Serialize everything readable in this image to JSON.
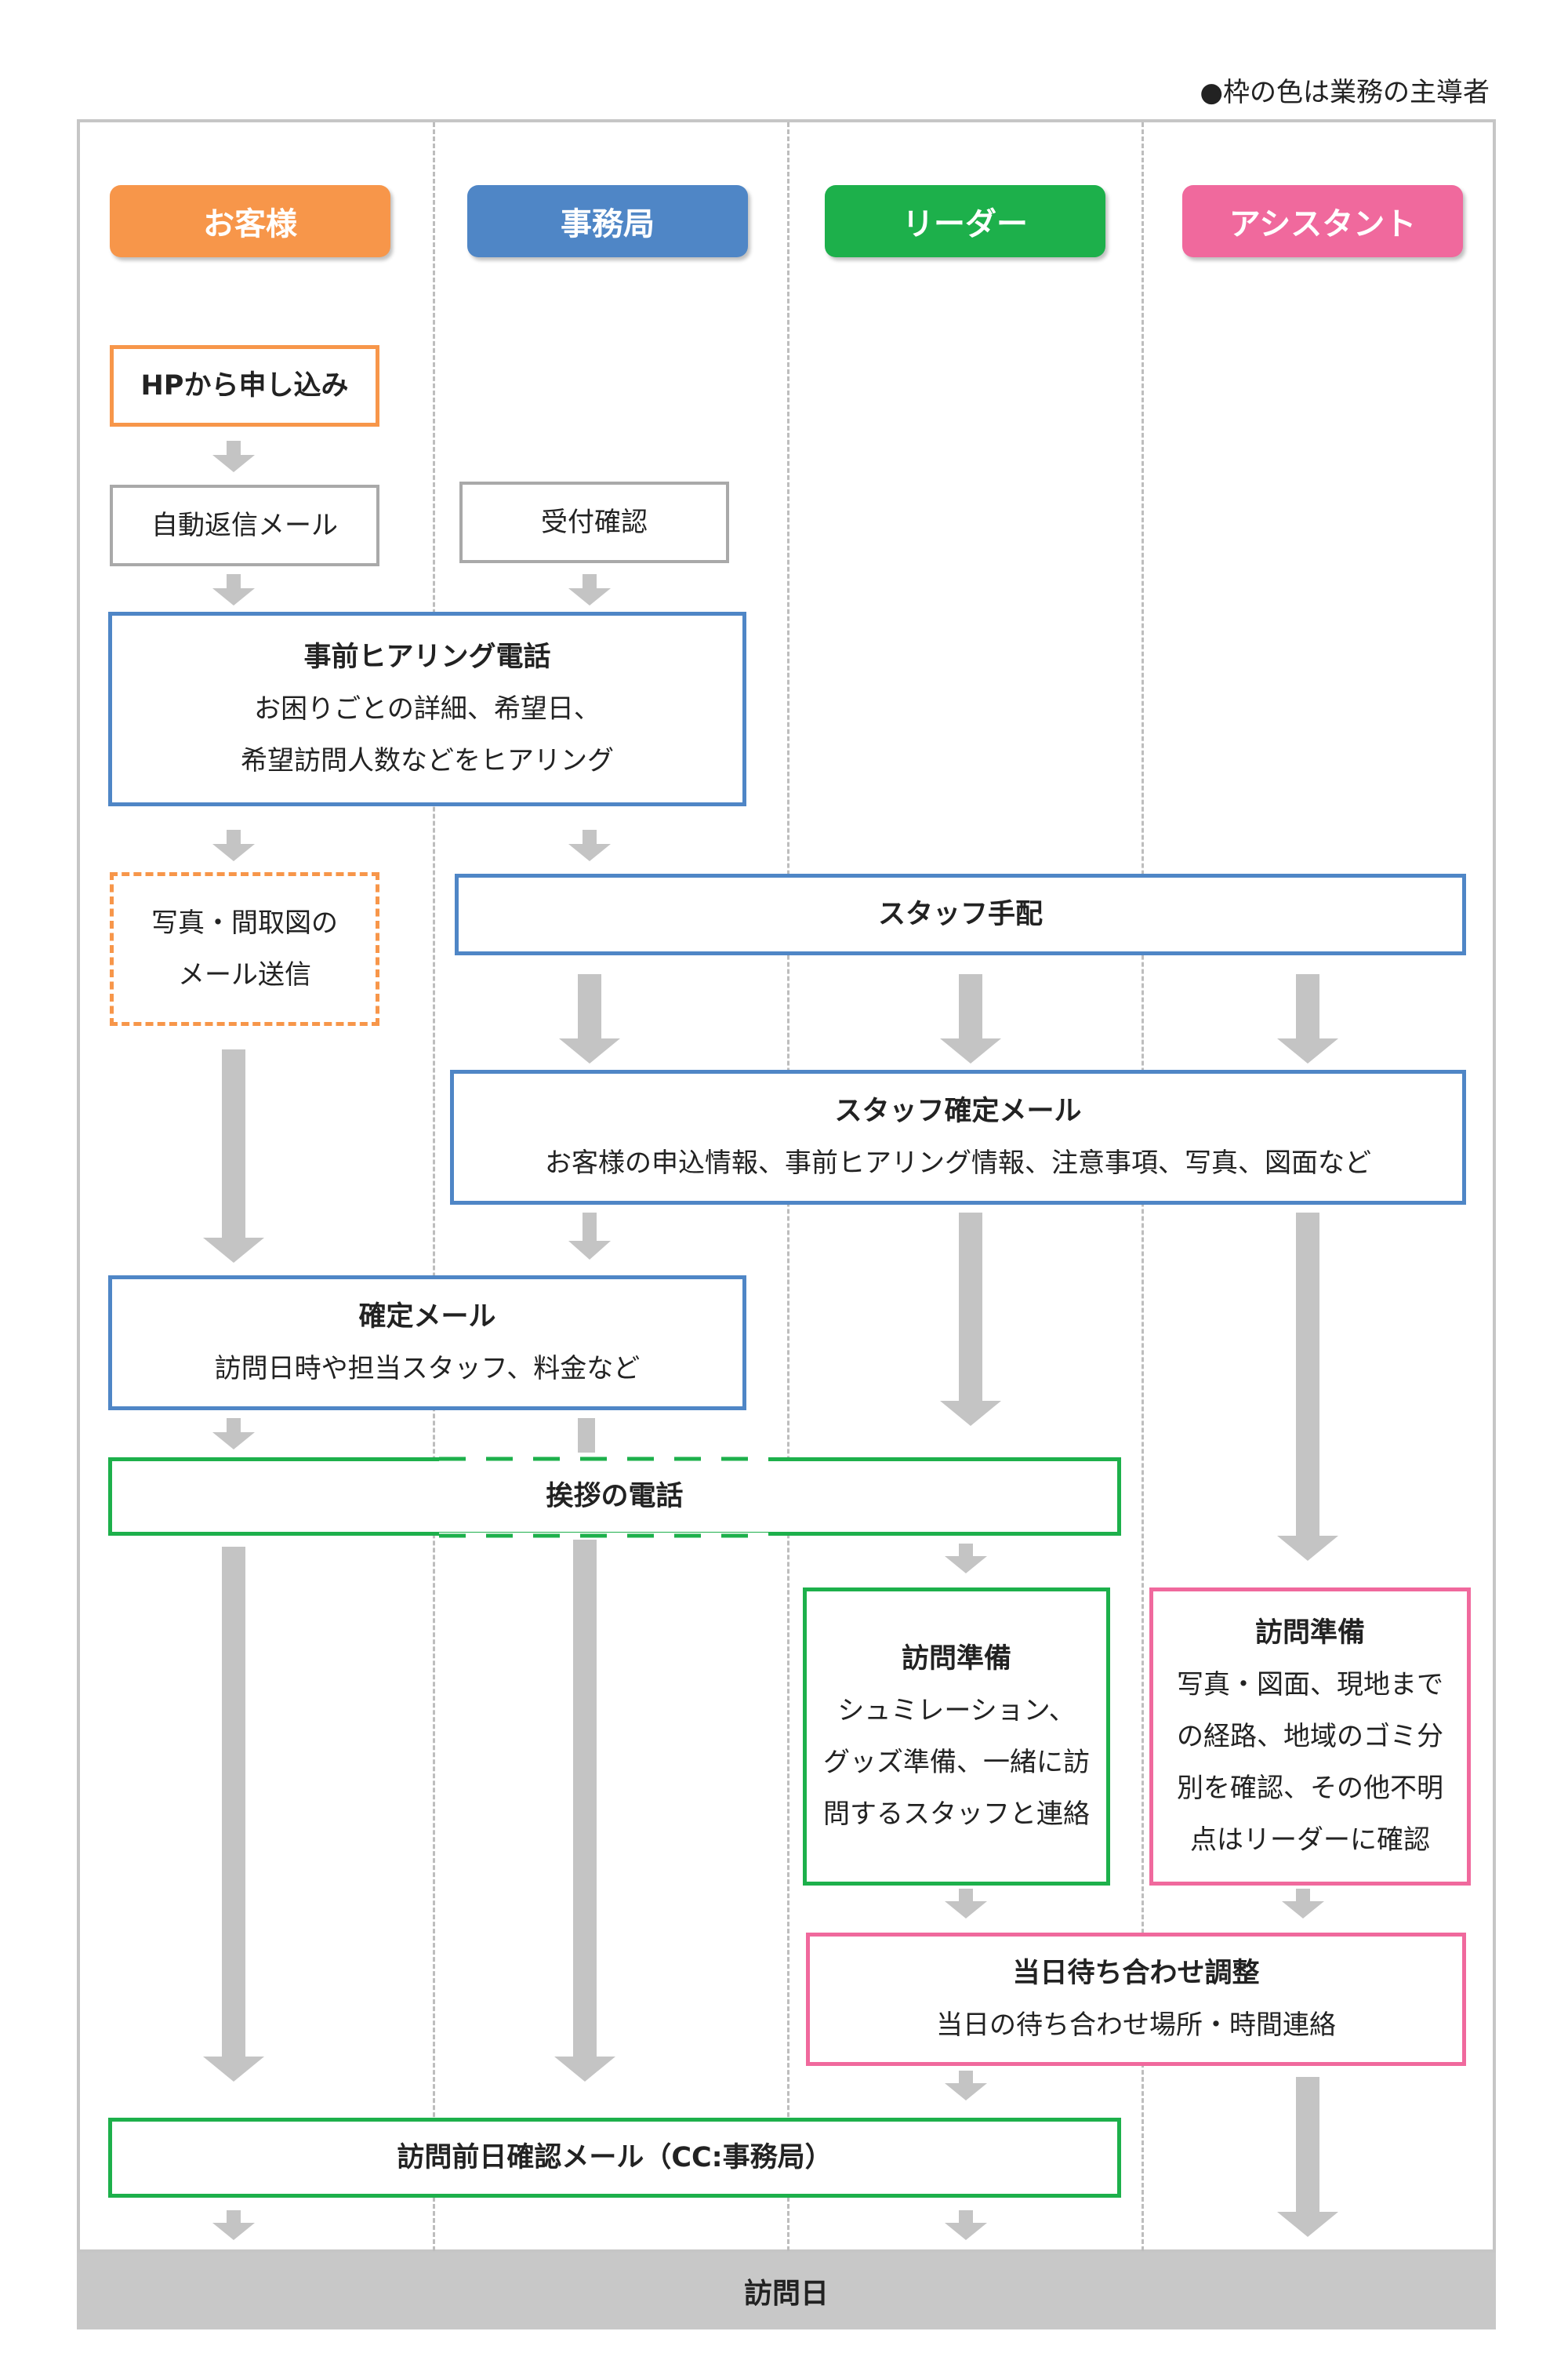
{
  "note": "●枠の色は業務の主導者",
  "colors": {
    "customer": "#f7964a",
    "office": "#4f86c6",
    "leader": "#1db04b",
    "assistant": "#f0699d",
    "arrow": "#c4c4c4"
  },
  "lanes": [
    "お客様",
    "事務局",
    "リーダー",
    "アシスタント"
  ],
  "steps": {
    "hp": "HPから申し込み",
    "auto_reply": "自動返信メール",
    "reception": "受付確認",
    "pre_call_title": "事前ヒアリング電話",
    "pre_call_line1": "お困りごとの詳細、希望日、",
    "pre_call_line2": "希望訪問人数などをヒアリング",
    "photo_line1": "写真・間取図の",
    "photo_line2": "メール送信",
    "staff_arrange": "スタッフ手配",
    "staff_confirm_title": "スタッフ確定メール",
    "staff_confirm_desc": "お客様の申込情報、事前ヒアリング情報、注意事項、写真、図面など",
    "confirm_title": "確定メール",
    "confirm_desc": "訪問日時や担当スタッフ、料金など",
    "greeting": "挨拶の電話",
    "leader_prep_title": "訪問準備",
    "leader_prep_l1": "シュミレーション、",
    "leader_prep_l2": "グッズ準備、一緒に訪",
    "leader_prep_l3": "問するスタッフと連絡",
    "asst_prep_title": "訪問準備",
    "asst_prep_l1": "写真・図面、現地まで",
    "asst_prep_l2": "の経路、地域のゴミ分",
    "asst_prep_l3": "別を確認、その他不明",
    "asst_prep_l4": "点はリーダーに確認",
    "meet_title": "当日待ち合わせ調整",
    "meet_desc": "当日の待ち合わせ場所・時間連絡",
    "prev_day": "訪問前日確認メール（CC:事務局）"
  },
  "footer": "訪問日"
}
